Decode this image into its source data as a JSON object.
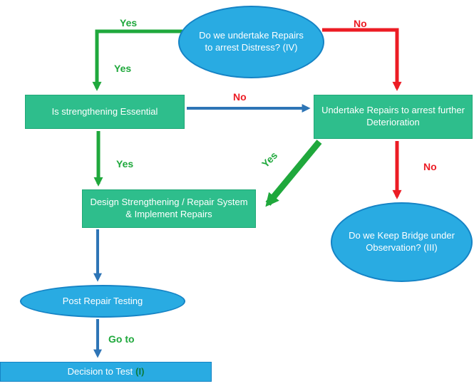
{
  "title": "Bridge repair decision flowchart",
  "nodes": {
    "undertake_repairs_question": {
      "text": "Do we undertake Repairs to arrest Distress? (IV)"
    },
    "strengthening_essential": {
      "text": "Is strengthening Essential"
    },
    "undertake_repairs_action": {
      "text": "Undertake Repairs to arrest further Deterioration"
    },
    "design_strengthening": {
      "text": "Design Strengthening / Repair System & Implement Repairs"
    },
    "keep_bridge_observation": {
      "text": "Do we Keep Bridge under Observation? (III)"
    },
    "post_repair_testing": {
      "text": "Post Repair Testing"
    },
    "decision_to_test": {
      "text": "Decision to Test",
      "suffix": "(I)"
    }
  },
  "labels": {
    "yes_top": "Yes",
    "yes_upper_left": "Yes",
    "no_top_right": "No",
    "no_middle": "No",
    "yes_middle_left": "Yes",
    "yes_diagonal": "Yes",
    "no_right": "No",
    "goto": "Go to"
  },
  "colors": {
    "ellipse_fill": "#29ABE2",
    "ellipse_border": "#1583C5",
    "green_box_fill": "#2EBE8C",
    "green_box_border": "#1FA876",
    "blue_rect_fill": "#29ABE2",
    "green_arrow": "#1FA83C",
    "red_arrow": "#EC1C24",
    "blue_arrow": "#2E75B6",
    "label_green": "#1FA83C",
    "label_red": "#EC1C24",
    "suffix_green": "#0B7A3C"
  }
}
